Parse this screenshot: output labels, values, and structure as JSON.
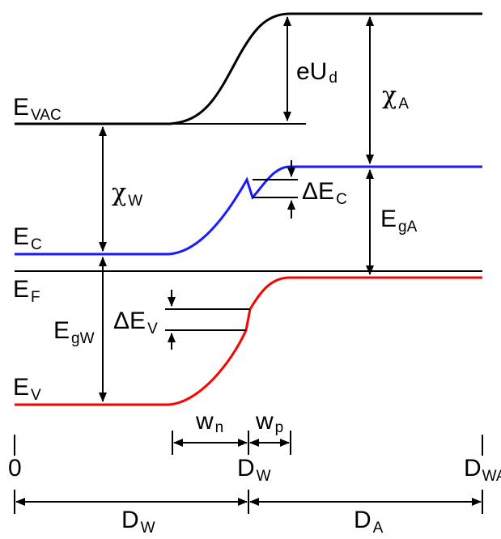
{
  "colors": {
    "vacuum_band": "#000000",
    "conduction_band": "#1a1aff",
    "valence_band": "#ff0000",
    "fermi_level": "#000000"
  },
  "levels": {
    "vacuum": {
      "main": "E",
      "sub": "VAC"
    },
    "conduction": {
      "main": "E",
      "sub": "C"
    },
    "fermi": {
      "main": "E",
      "sub": "F"
    },
    "valence": {
      "main": "E",
      "sub": "V"
    }
  },
  "quantities": {
    "chi_w": {
      "main": "χ",
      "sub": "W"
    },
    "chi_a": {
      "main": "χ",
      "sub": "A"
    },
    "eud": {
      "main": "eU",
      "sub": "d"
    },
    "delta_ec": {
      "main": "ΔE",
      "sub": "C"
    },
    "delta_ev": {
      "main": "ΔE",
      "sub": "V"
    },
    "ega": {
      "main": "E",
      "sub": "gA"
    },
    "egw": {
      "main": "E",
      "sub": "gW"
    },
    "wn": {
      "main": "w",
      "sub": "n"
    },
    "wp": {
      "main": "w",
      "sub": "p"
    }
  },
  "axis": {
    "origin": "0",
    "dw_tick": {
      "main": "D",
      "sub": "W"
    },
    "dwa_tick": {
      "main": "D",
      "sub": "WA"
    },
    "dw_span": {
      "main": "D",
      "sub": "W"
    },
    "da_span": {
      "main": "D",
      "sub": "A"
    }
  }
}
